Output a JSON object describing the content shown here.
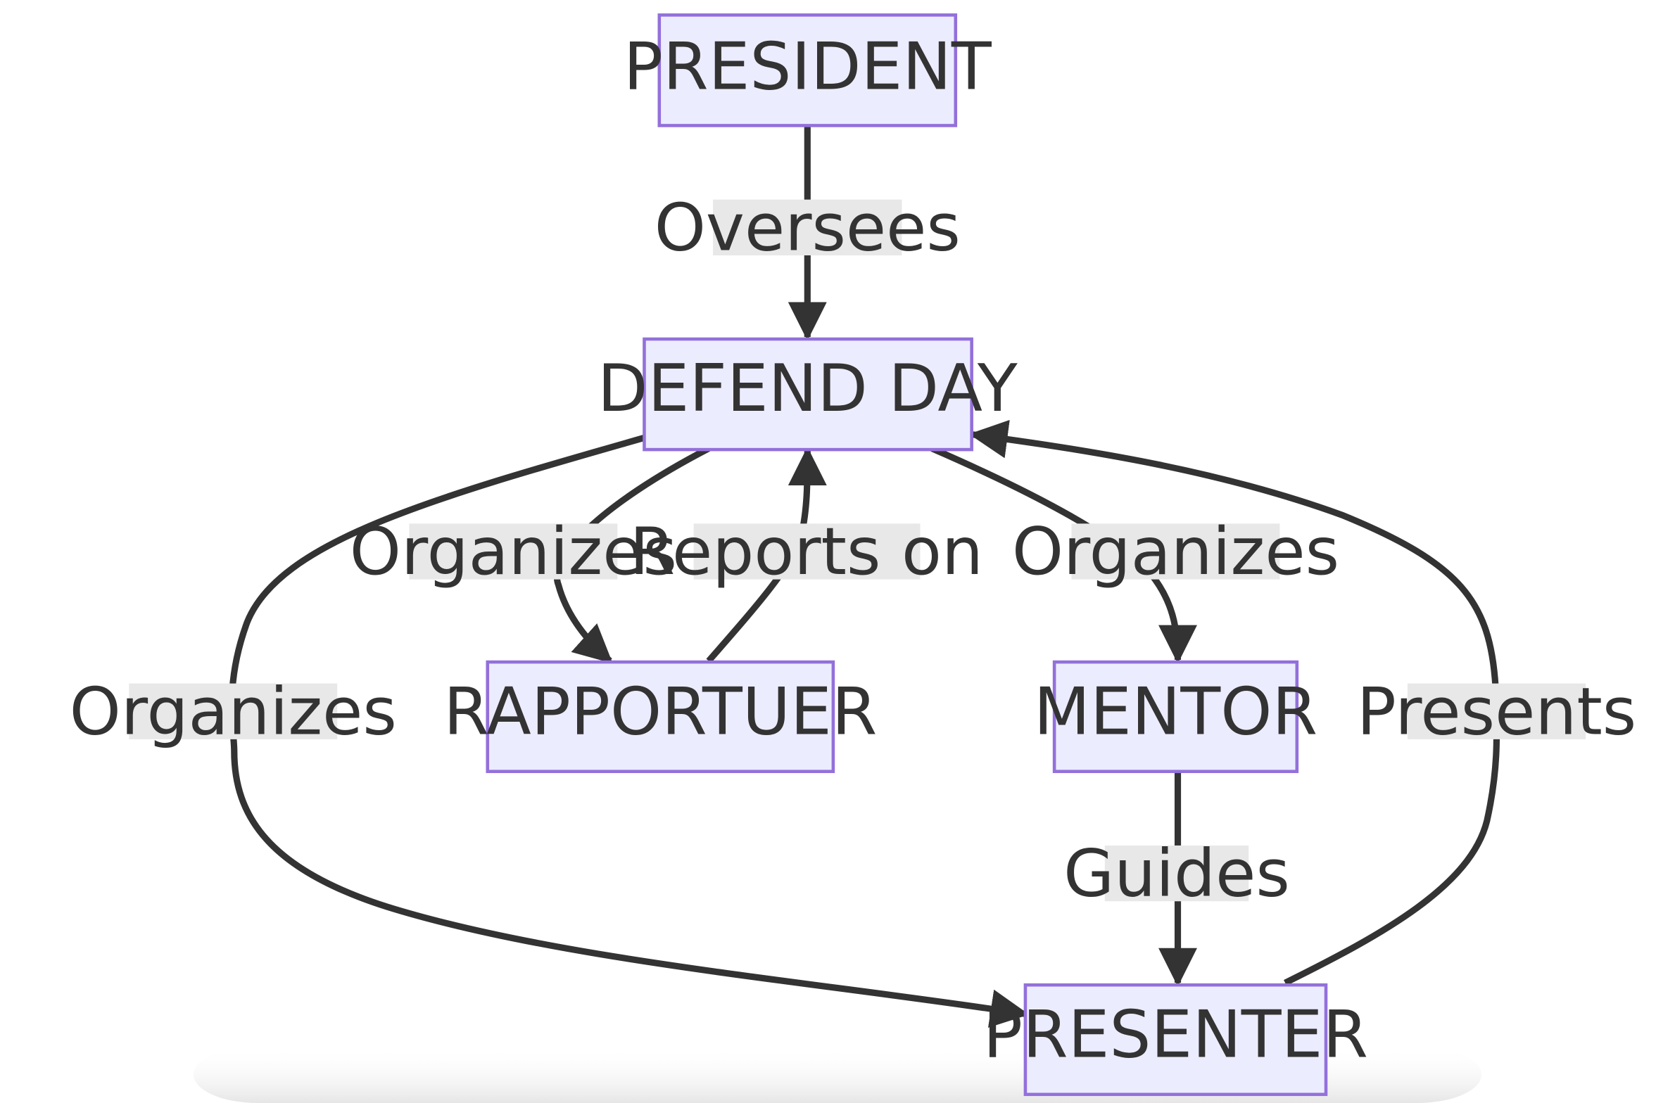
{
  "diagram": {
    "type": "flowchart",
    "colors": {
      "node_fill": "#ECECFF",
      "node_border": "#9370DB",
      "edge": "#333333",
      "label_bg": "#e8e8e8",
      "text": "#333333"
    },
    "nodes": {
      "president": "PRESIDENT",
      "defend_day": "DEFEND DAY",
      "rapportuer": "RAPPORTUER",
      "mentor": "MENTOR",
      "presenter": "PRESENTER"
    },
    "edges": {
      "oversees": "Oversees",
      "organizes_rapportuer": "Organizes",
      "reports_on": "Reports on",
      "organizes_mentor": "Organizes",
      "organizes_presenter": "Organizes",
      "presents": "Presents",
      "guides": "Guides"
    }
  }
}
